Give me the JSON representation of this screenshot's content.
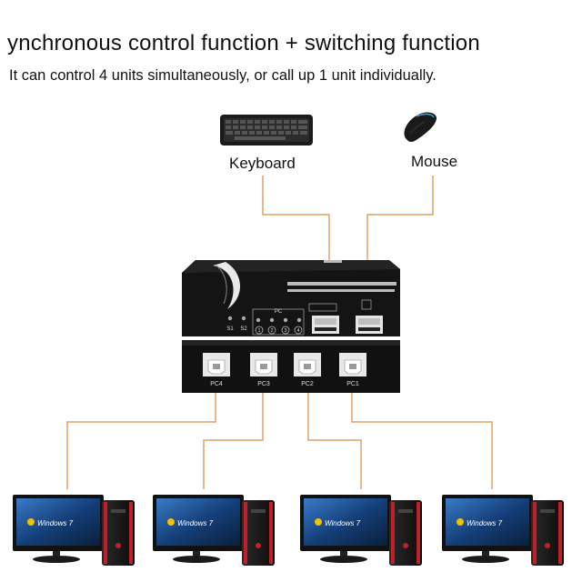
{
  "header": {
    "title": "ynchronous control function + switching function",
    "subtitle": "It can control 4 units simultaneously, or call up 1 unit individually."
  },
  "peripherals": {
    "keyboard_label": "Keyboard",
    "mouse_label": "Mouse"
  },
  "switch": {
    "top_panel": {
      "group_label": "PC",
      "s_labels": [
        "S1",
        "S2"
      ],
      "pc_numbers": [
        "1",
        "2",
        "3",
        "4"
      ]
    },
    "ports": [
      "PC4",
      "PC3",
      "PC2",
      "PC1"
    ]
  },
  "computers": [
    {
      "os_label": "Windows 7"
    },
    {
      "os_label": "Windows 7"
    },
    {
      "os_label": "Windows 7"
    },
    {
      "os_label": "Windows 7"
    }
  ],
  "colors": {
    "wire": "#e0a060",
    "device_body": "#161616",
    "tower_accent": "#c0202a"
  }
}
